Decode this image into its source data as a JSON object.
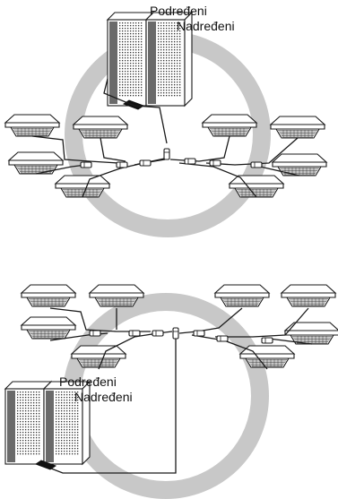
{
  "diagram_top": {
    "label_slave": "Podređeni",
    "label_master": "Nadređeni"
  },
  "diagram_bottom": {
    "label_slave": "Podređeni",
    "label_master": "Nadređeni"
  },
  "colors": {
    "ring": "#c8c8c8",
    "line": "#1a1a1a",
    "unit_fill": "#ffffff",
    "unit_shade": "#6a6a6a"
  }
}
